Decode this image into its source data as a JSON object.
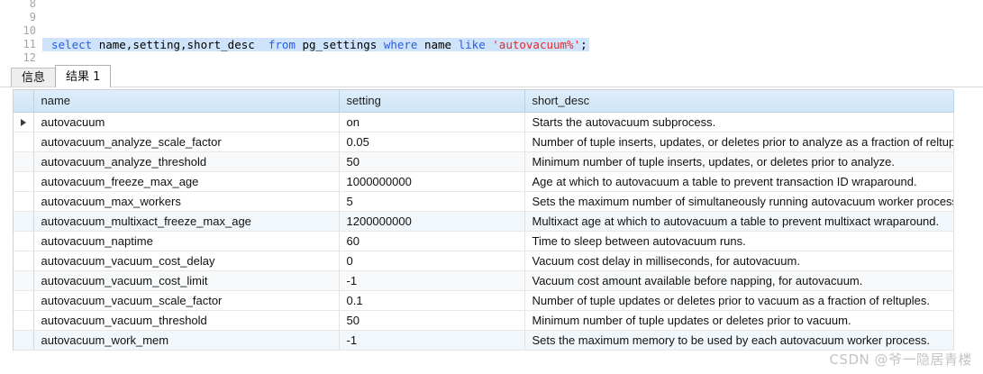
{
  "editor": {
    "line_numbers": [
      "8",
      "9",
      "10",
      "11",
      "12"
    ],
    "sql_statement": "select name,setting,short_desc  from pg_settings where name like 'autovacuum%';",
    "tokens": [
      {
        "t": "select",
        "k": "kw"
      },
      {
        "t": " ",
        "k": "pln"
      },
      {
        "t": "name,setting,short_desc",
        "k": "pln"
      },
      {
        "t": "  ",
        "k": "pln"
      },
      {
        "t": "from",
        "k": "kw"
      },
      {
        "t": " ",
        "k": "pln"
      },
      {
        "t": "pg_settings",
        "k": "pln"
      },
      {
        "t": " ",
        "k": "pln"
      },
      {
        "t": "where",
        "k": "kw"
      },
      {
        "t": " ",
        "k": "pln"
      },
      {
        "t": "name",
        "k": "pln"
      },
      {
        "t": " ",
        "k": "pln"
      },
      {
        "t": "like",
        "k": "kw"
      },
      {
        "t": " ",
        "k": "pln"
      },
      {
        "t": "'autovacuum%'",
        "k": "str"
      },
      {
        "t": ";",
        "k": "pun"
      }
    ],
    "keyword_color": "#2a5ce8",
    "string_color": "#e8282a",
    "highlight_color": "#cfe4fa"
  },
  "tabs": [
    {
      "label": "信息",
      "active": false
    },
    {
      "label": "结果 1",
      "active": true
    }
  ],
  "grid": {
    "columns": [
      "name",
      "setting",
      "short_desc"
    ],
    "header_bg": "#cfe5f7",
    "selected_row_index": 0,
    "rows": [
      {
        "name": "autovacuum",
        "setting": "on",
        "short_desc": "Starts the autovacuum subprocess."
      },
      {
        "name": "autovacuum_analyze_scale_factor",
        "setting": "0.05",
        "short_desc": "Number of tuple inserts, updates, or deletes prior to analyze as a fraction of reltuples."
      },
      {
        "name": "autovacuum_analyze_threshold",
        "setting": "50",
        "short_desc": "Minimum number of tuple inserts, updates, or deletes prior to analyze."
      },
      {
        "name": "autovacuum_freeze_max_age",
        "setting": "1000000000",
        "short_desc": "Age at which to autovacuum a table to prevent transaction ID wraparound."
      },
      {
        "name": "autovacuum_max_workers",
        "setting": "5",
        "short_desc": "Sets the maximum number of simultaneously running autovacuum worker processes."
      },
      {
        "name": "autovacuum_multixact_freeze_max_age",
        "setting": "1200000000",
        "short_desc": "Multixact age at which to autovacuum a table to prevent multixact wraparound."
      },
      {
        "name": "autovacuum_naptime",
        "setting": "60",
        "short_desc": "Time to sleep between autovacuum runs."
      },
      {
        "name": "autovacuum_vacuum_cost_delay",
        "setting": "0",
        "short_desc": "Vacuum cost delay in milliseconds, for autovacuum."
      },
      {
        "name": "autovacuum_vacuum_cost_limit",
        "setting": "-1",
        "short_desc": "Vacuum cost amount available before napping, for autovacuum."
      },
      {
        "name": "autovacuum_vacuum_scale_factor",
        "setting": "0.1",
        "short_desc": "Number of tuple updates or deletes prior to vacuum as a fraction of reltuples."
      },
      {
        "name": "autovacuum_vacuum_threshold",
        "setting": "50",
        "short_desc": "Minimum number of tuple updates or deletes prior to vacuum."
      },
      {
        "name": "autovacuum_work_mem",
        "setting": "-1",
        "short_desc": "Sets the maximum memory to be used by each autovacuum worker process."
      }
    ]
  },
  "watermark": {
    "text": "CSDN @爷一隐居青楼"
  }
}
